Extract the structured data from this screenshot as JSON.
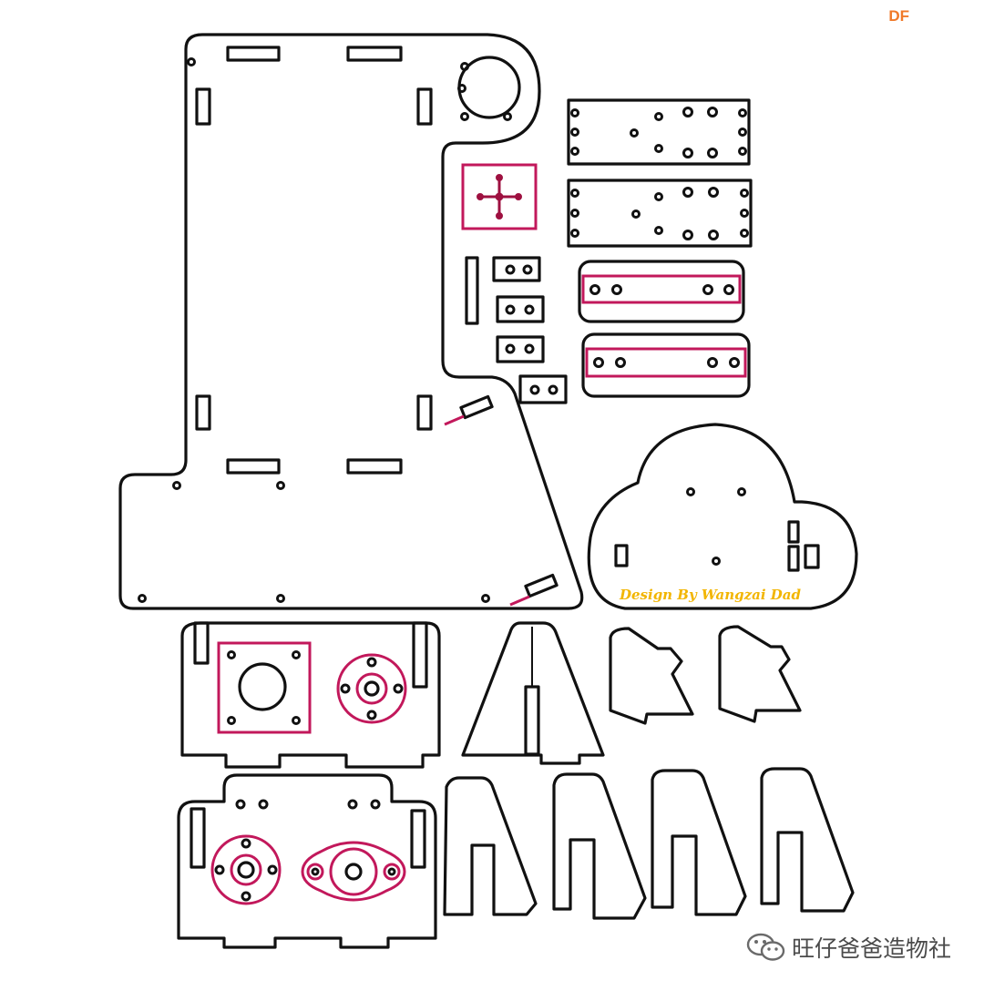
{
  "watermark": {
    "text": "DF",
    "color": "#f07a2a"
  },
  "signature": {
    "text": "Design By Wangzai Dad",
    "color": "#f2b500"
  },
  "footer": {
    "account_name": "旺仔爸爸造物社",
    "icon": "wechat-icon"
  },
  "colors": {
    "cut_line": "#111111",
    "engrave_line": "#c2185b",
    "engrave_fill": "#9e1040"
  }
}
